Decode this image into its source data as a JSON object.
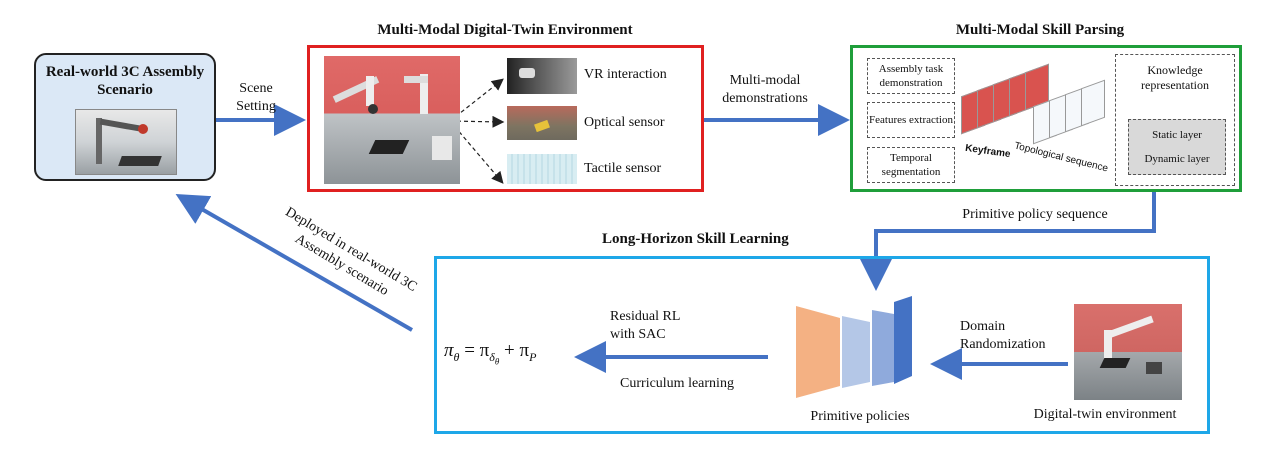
{
  "titles": {
    "digital_twin": "Multi-Modal Digital-Twin Environment",
    "skill_parsing": "Multi-Modal Skill Parsing",
    "skill_learning": "Long-Horizon Skill Learning"
  },
  "real_world": {
    "line1": "Real-world 3C Assembly",
    "line2": "Scenario"
  },
  "arrow_labels": {
    "scene_setting_1": "Scene",
    "scene_setting_2": "Setting",
    "demos_1": "Multi-modal",
    "demos_2": "demonstrations",
    "primitive_seq": "Primitive policy sequence",
    "deployed_1": "Deployed in real-world 3C",
    "deployed_2": "Assembly scenario",
    "domain_1": "Domain",
    "domain_2": "Randomization",
    "residual_1": "Residual RL",
    "residual_2": "with SAC",
    "curriculum": "Curriculum learning"
  },
  "sensors": [
    "VR interaction",
    "Optical sensor",
    "Tactile sensor"
  ],
  "parsing": {
    "left": [
      "Assembly task demonstration",
      "Features extraction",
      "Temporal segmentation"
    ],
    "keyframe": "Keyframe",
    "topological": "Topological sequence",
    "knowledge": "Knowledge representation",
    "static_layer": "Static layer",
    "dynamic_layer": "Dynamic layer"
  },
  "learning": {
    "primitive_policies": "Primitive policies",
    "digital_twin_env": "Digital-twin environment",
    "formula_pi": "π",
    "formula_theta": "θ",
    "formula_eq": " = π",
    "formula_delta": "δ",
    "formula_plus": " + π",
    "formula_p": "P"
  },
  "colors": {
    "arrow": "#4472c4",
    "red_frame": "#e02020",
    "green_frame": "#1f9e3a",
    "blue_frame": "#1ea7e8",
    "real_world_fill": "#dbe8f6",
    "policy_orange": "#f4b183",
    "policy_light": "#b4c7e7",
    "policy_mid": "#8faadc",
    "policy_dark": "#4472c4"
  }
}
